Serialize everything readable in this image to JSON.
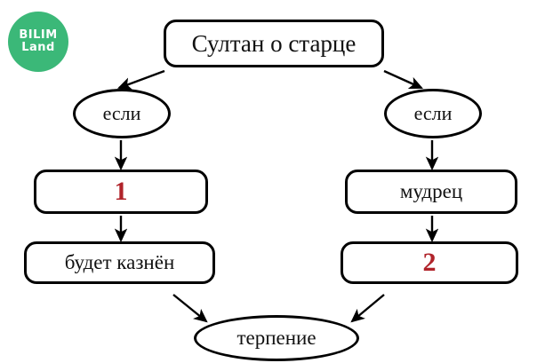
{
  "diagram": {
    "title": "Султан о старце",
    "logo": {
      "line1": "BILIM",
      "line2": "Land",
      "color": "#3bb878"
    },
    "accent_red": "#b0232a",
    "nodes": {
      "title": "Султан о старце",
      "if_left": "если",
      "if_right": "если",
      "one": "1",
      "sage": "мудрец",
      "executed": "будет казнён",
      "two": "2",
      "patience": "терпение"
    },
    "edges": [
      {
        "from": "title",
        "to": "if_left",
        "style": "arrow"
      },
      {
        "from": "title",
        "to": "if_right",
        "style": "arrow"
      },
      {
        "from": "if_left",
        "to": "one",
        "style": "arrow"
      },
      {
        "from": "if_right",
        "to": "sage",
        "style": "arrow"
      },
      {
        "from": "one",
        "to": "executed",
        "style": "arrow"
      },
      {
        "from": "sage",
        "to": "two",
        "style": "arrow"
      },
      {
        "from": "executed",
        "to": "patience",
        "style": "arrow"
      },
      {
        "from": "two",
        "to": "patience",
        "style": "arrow"
      }
    ]
  }
}
